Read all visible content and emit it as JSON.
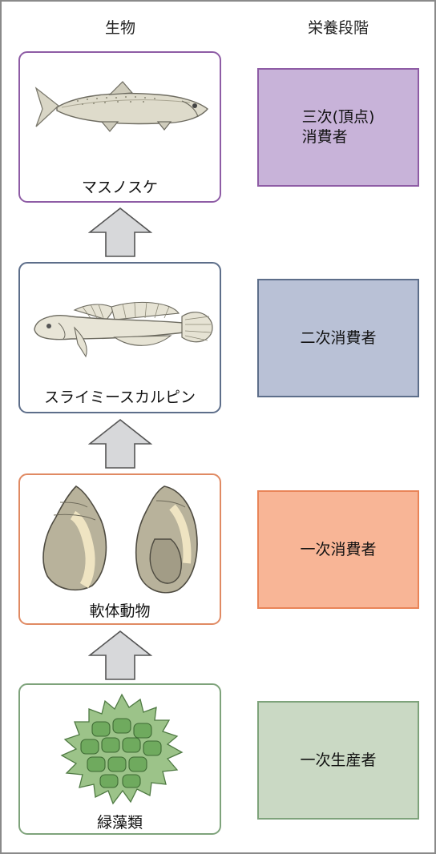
{
  "headers": {
    "organism": "生物",
    "trophic_level": "栄養段階"
  },
  "organisms": [
    {
      "label": "マスノスケ",
      "icon": "salmon-fish-icon",
      "color": "#8e5ca5"
    },
    {
      "label": "スライミースカルピン",
      "icon": "sculpin-fish-icon",
      "color": "#5d6e8a"
    },
    {
      "label": "軟体動物",
      "icon": "snail-shell-icon",
      "color": "#e08a63"
    },
    {
      "label": "緑藻類",
      "icon": "green-algae-icon",
      "color": "#7ea37b"
    }
  ],
  "levels": [
    {
      "label": "三次(頂点)\n消費者",
      "fill": "#c8b3d9",
      "border": "#8e5ca5"
    },
    {
      "label": "二次消費者",
      "fill": "#b9c1d6",
      "border": "#5d6e8a"
    },
    {
      "label": "一次消費者",
      "fill": "#f8b596",
      "border": "#e98458"
    },
    {
      "label": "一次生産者",
      "fill": "#cad9c4",
      "border": "#7ea37b"
    }
  ],
  "arrow_color": "#d7d8da"
}
